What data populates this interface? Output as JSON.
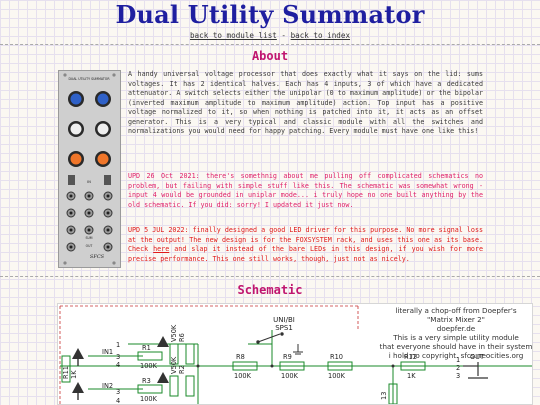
{
  "page": {
    "title": "Dual Utility Summator",
    "nav": {
      "back_modules": "back to module list",
      "separator": " - ",
      "back_index": "back to index"
    }
  },
  "about": {
    "heading": "About",
    "p1": "A handy universal voltage processor that does exactly what it says on the lid: sums voltages. It has 2 identical halves. Each has 4 inputs, 3 of which have a dedicated attenuator. A switch selects either the unipolar (0 to maximum amplitude) or the bipolar (inverted maximum amplitude to maximum amplitude) action. Top input has a positive voltage normalized to it, so when nothing is patched into it, it acts as an offset generator. This is a very typical and classic module with all the switches and normalizations you would need for happy patching. Every module must have one like this!",
    "p2": "UPD 26 Oct 2021: there's somethnig about me pulling off complicated schematics no problem, but failing with simple stuff like this. The schematic was somewhat wrong - input 4 would be grounded in uniplar mode... i truly hope no one built anything by the old schematic. If you did: sorry! I updated it just now.",
    "p3_before": "UPD 5 JUL 2022: finally designed a good LED driver for this purpose. No more signal loss at the output! The new design is for the FOXSYSTEM rack, and uses this one as its base. Check ",
    "p3_link": "here",
    "p3_after": " and slap it instead of the bare LEDs in this design, if you wish for more precise performance. This one still works, though, just not as nicely."
  },
  "module_panel": {
    "title": "DUAL UTILITY SUMMATOR",
    "labels": [
      "IN",
      "SUM",
      "OUT"
    ],
    "brand": "SFCS"
  },
  "schematic": {
    "heading": "Schematic",
    "notes": [
      "literally a chop-off from Doepfer's",
      "\"Matrix Mixer 2\"",
      "doepfer.de",
      "This is a very simple utility module",
      "that everyone should have in their system",
      "i hold no copyright. sfcs.neocities.org"
    ],
    "labels": {
      "switch": "UNI/BI",
      "switch_ref": "SPS1",
      "in1": "IN1",
      "in2": "IN2",
      "r1": "R1",
      "r1_val": "100K",
      "r3": "R3",
      "r3_val": "100K",
      "r6": "R6",
      "r6_val": "V50K",
      "r2": "R2",
      "r2_val": "V50K",
      "r8": "R8",
      "r8_val": "100K",
      "r9": "R9",
      "r9_val": "100K",
      "r10": "R10",
      "r10_val": "100K",
      "r12": "R12",
      "r12_val": "1K",
      "r11": "R11",
      "r11_val": "1K",
      "r13": "13",
      "out": "OUT",
      "pin1": "1",
      "pin2": "2",
      "pin3": "3",
      "pin4": "4"
    }
  },
  "colors": {
    "title": "#1f1fa0",
    "heading": "#c0156f",
    "pink_text": "#e0206a",
    "red_text": "#e01a1a"
  }
}
